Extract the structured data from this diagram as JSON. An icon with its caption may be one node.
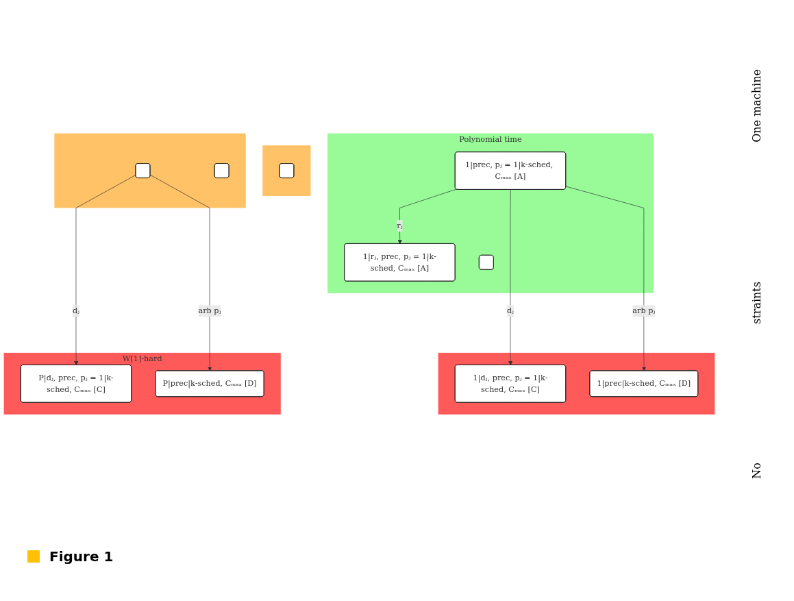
{
  "diagram": {
    "caption": "Figure 1",
    "nodes": [
      {
        "text": [
          "Polynomial time"
        ]
      },
      {
        "text": [
          "1|prec, pⱼ = 1|k-sched, Cₘₐₓ [A]"
        ],
        "in": 0
      },
      {
        "text": [
          "1|rⱼ, prec, pⱼ = 1|k-sched, Cₘₐₓ [A]"
        ],
        "in": 0
      },
      {
        "text": [],
        "shape": "box",
        "in": 0
      },
      {
        "text": [],
        "shape": "box"
      },
      {
        "text": [
          "1|dⱼ, prec, pⱼ = 1|k-sched, Cₘₐₓ [C]"
        ],
        "in": 4
      },
      {
        "text": [
          "1|prec|k-sched, Cₘₐₓ [D]"
        ],
        "in": 4
      },
      {
        "text": [],
        "shape": "box"
      },
      {
        "text": [],
        "shape": "box",
        "in": 7
      },
      {
        "text": [],
        "shape": "box"
      },
      {
        "text": [],
        "shape": "box",
        "in": 9
      },
      {
        "text": [],
        "shape": "box",
        "in": 9
      },
      {
        "text": [
          "W[1]-hard"
        ]
      },
      {
        "text": [
          "P|dⱼ, prec, pⱼ = 1|k-sched, Cₘₐₓ [C]"
        ],
        "in": 12
      },
      {
        "text": [
          "P|prec|k-sched, Cₘₐₓ [D]"
        ],
        "in": 12
      }
    ],
    "edges": [
      {
        "from": 1,
        "to": 2,
        "arrow": "to",
        "label": "rⱼ"
      },
      {
        "from": 1,
        "to": 5,
        "arrow": "to",
        "label": "dⱼ"
      },
      {
        "from": 1,
        "to": 6,
        "arrow": "to",
        "label": "arb pⱼ"
      },
      {
        "from": 10,
        "to": 13,
        "arrow": "to",
        "label": "dⱼ"
      },
      {
        "from": 10,
        "to": 14,
        "arrow": "to",
        "label": "arb pⱼ"
      }
    ],
    "labels": [
      "One machine",
      "straints",
      "No"
    ]
  }
}
